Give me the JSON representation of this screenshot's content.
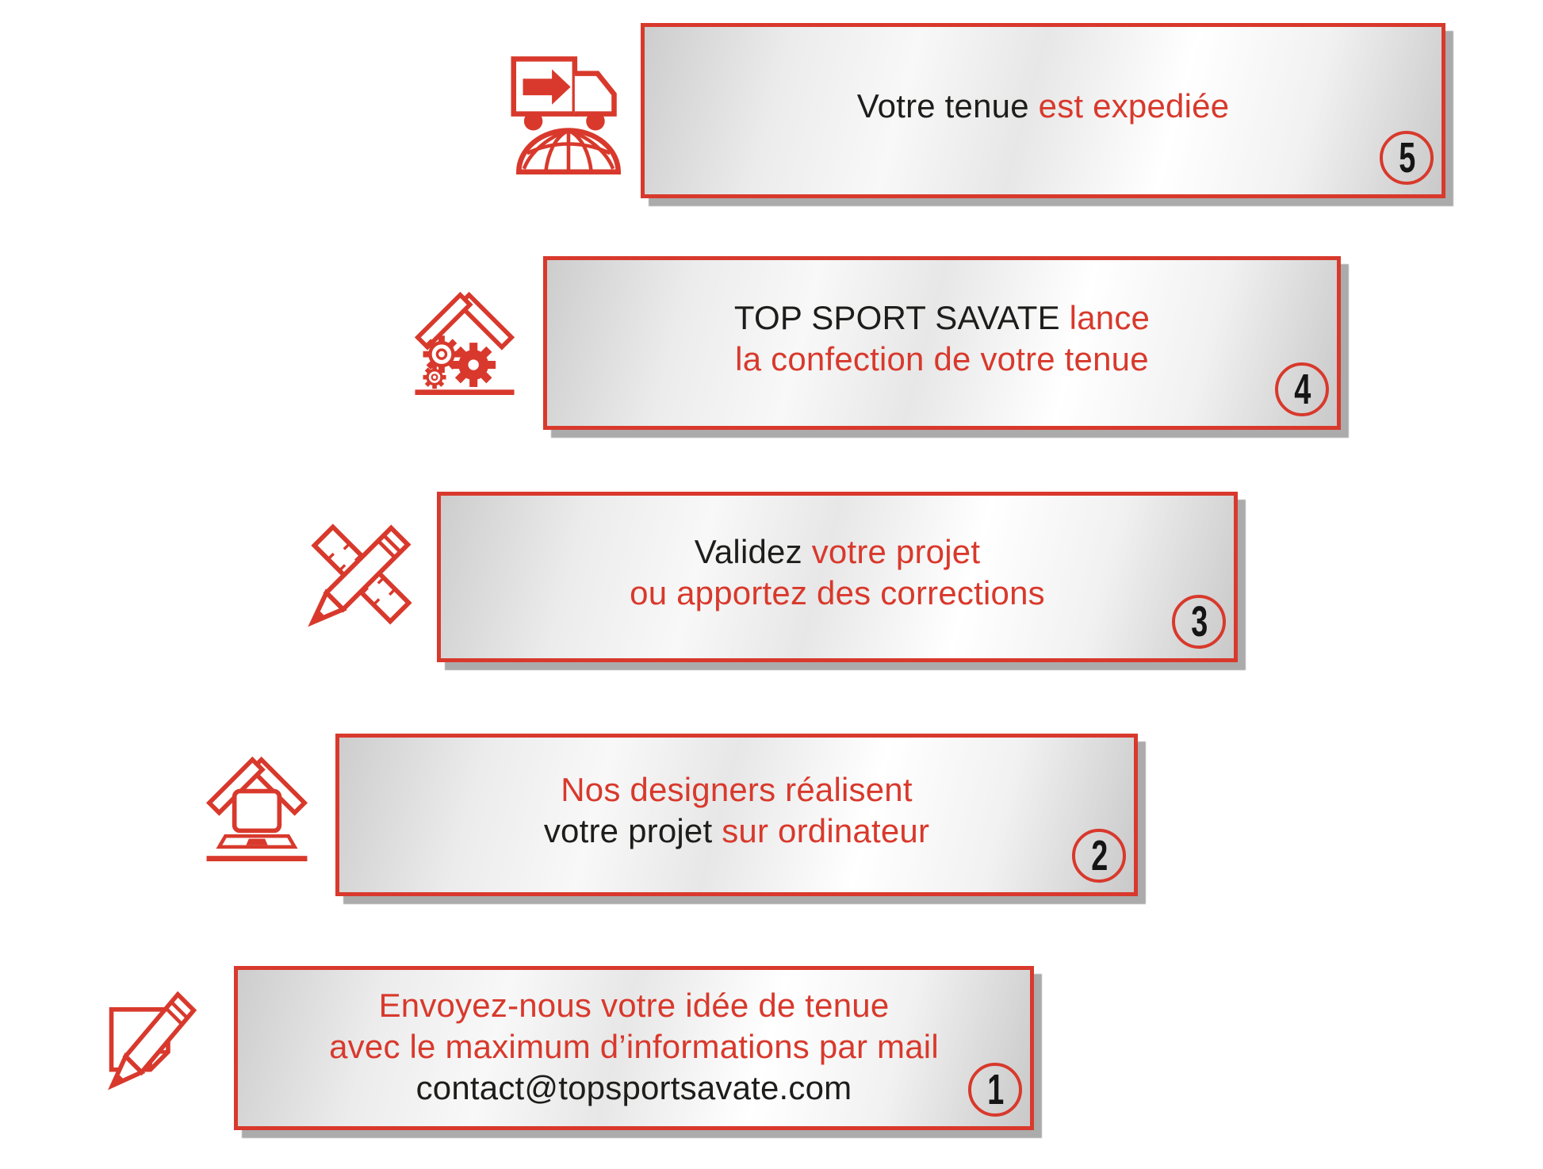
{
  "colors": {
    "red": "#d8392c",
    "black": "#1d1d1b",
    "shadow": "#ababab"
  },
  "steps": [
    {
      "number": "5",
      "icon": "shipping-truck-globe-icon",
      "lines": [
        {
          "segments": [
            {
              "t": "Votre tenue ",
              "c": "black"
            },
            {
              "t": "est expediée",
              "c": "red"
            }
          ]
        }
      ]
    },
    {
      "number": "4",
      "icon": "manufacturing-gears-icon",
      "lines": [
        {
          "segments": [
            {
              "t": "TOP SPORT SAVATE ",
              "c": "black"
            },
            {
              "t": "lance",
              "c": "red"
            }
          ]
        },
        {
          "segments": [
            {
              "t": "la confection de votre tenue",
              "c": "red"
            }
          ]
        }
      ]
    },
    {
      "number": "3",
      "icon": "ruler-pencil-icon",
      "lines": [
        {
          "segments": [
            {
              "t": "Validez ",
              "c": "black"
            },
            {
              "t": "votre projet",
              "c": "red"
            }
          ]
        },
        {
          "segments": [
            {
              "t": "ou apportez des corrections",
              "c": "red"
            }
          ]
        }
      ]
    },
    {
      "number": "2",
      "icon": "designer-laptop-icon",
      "lines": [
        {
          "segments": [
            {
              "t": "Nos designers réalisent",
              "c": "red"
            }
          ]
        },
        {
          "segments": [
            {
              "t": "votre projet ",
              "c": "black"
            },
            {
              "t": "sur ordinateur",
              "c": "red"
            }
          ]
        }
      ]
    },
    {
      "number": "1",
      "icon": "note-pencil-icon",
      "lines": [
        {
          "segments": [
            {
              "t": "Envoyez-nous votre idée de tenue",
              "c": "red"
            }
          ]
        },
        {
          "segments": [
            {
              "t": "avec le maximum d’informations par mail",
              "c": "red"
            }
          ]
        },
        {
          "segments": [
            {
              "t": "contact@topsportsavate.com",
              "c": "black"
            }
          ]
        }
      ]
    }
  ]
}
